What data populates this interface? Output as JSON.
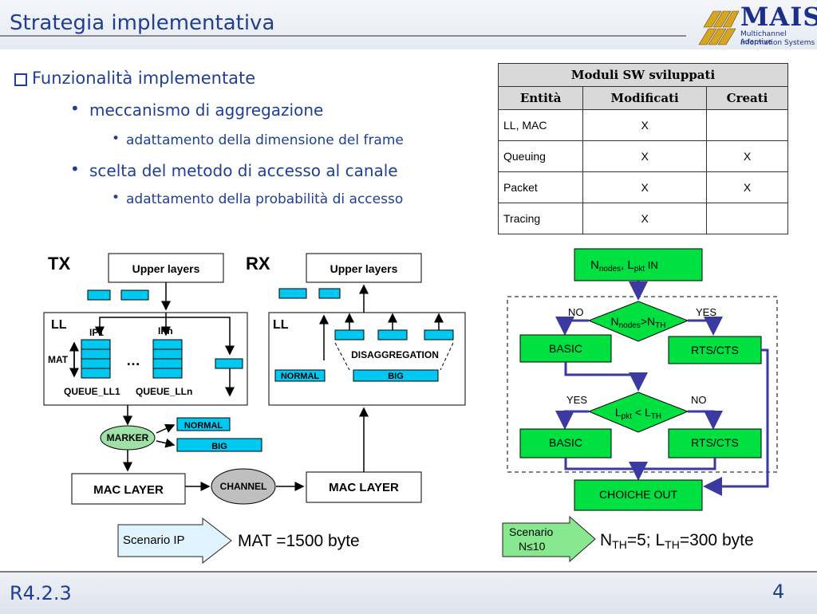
{
  "slide": {
    "title": "Strategia implementativa",
    "footer_left": "R4.2.3",
    "page_number": "4"
  },
  "logo": {
    "name": "MAIS",
    "line1": "Multichannel Adaptive",
    "line2": "Information Systems"
  },
  "bullets": {
    "level1": "Funzionalità implementate",
    "item1": "meccanismo di aggregazione",
    "item1_sub": "adattamento della dimensione del frame",
    "item2": "scelta del metodo di accesso al canale",
    "item2_sub": "adattamento della probabilità di accesso"
  },
  "table": {
    "caption": "Moduli SW sviluppati",
    "headers": [
      "Entità",
      "Modificati",
      "Creati"
    ],
    "rows": [
      [
        "LL, MAC",
        "X",
        ""
      ],
      [
        "Queuing",
        "X",
        "X"
      ],
      [
        "Packet",
        "X",
        "X"
      ],
      [
        "Tracing",
        "X",
        ""
      ]
    ]
  },
  "tx": {
    "label": "TX",
    "upper": "Upper layers",
    "ll": "LL",
    "ip1": "IP1",
    "ipn": "IPn",
    "mat": "MAT",
    "dots": "…",
    "q1": "QUEUE_LL1",
    "qn": "QUEUE_LLn",
    "marker": "MARKER",
    "normal": "NORMAL",
    "big": "BIG",
    "mac": "MAC LAYER"
  },
  "rx": {
    "label": "RX",
    "upper": "Upper layers",
    "ll": "LL",
    "disagg": "DISAGGREGATION",
    "normal": "NORMAL",
    "big": "BIG",
    "mac": "MAC LAYER"
  },
  "channel": "CHANNEL",
  "scenario_ip": {
    "label": "Scenario IP",
    "value": "MAT =1500 byte"
  },
  "flow": {
    "start_n": "N",
    "start_nodes": "nodes",
    "start_sep": ", L",
    "start_pkt": "pkt",
    "start_in": " IN",
    "d1_n": "N",
    "d1_nodes": "nodes",
    "d1_gt": ">N",
    "d1_th": "TH",
    "no1": "NO",
    "yes1": "YES",
    "basic1": "BASIC",
    "rts1": "RTS/CTS",
    "yes2": "YES",
    "no2": "NO",
    "d2_l": "L",
    "d2_pkt": "pkt",
    "d2_lt": " < L",
    "d2_th": "TH",
    "basic2": "BASIC",
    "rts2": "RTS/CTS",
    "out": "CHOICHE OUT"
  },
  "scenario_n": {
    "label1": "Scenario",
    "label2": "N≤10",
    "v_n": "N",
    "v_th1": "TH",
    "v_mid": "=5; L",
    "v_th2": "TH",
    "v_end": "=300 byte"
  },
  "colors": {
    "title_blue": "#1f3f96",
    "cyan": "#00c8f0",
    "green": "#00e040",
    "flow_arrow": "#3a3aa0"
  }
}
